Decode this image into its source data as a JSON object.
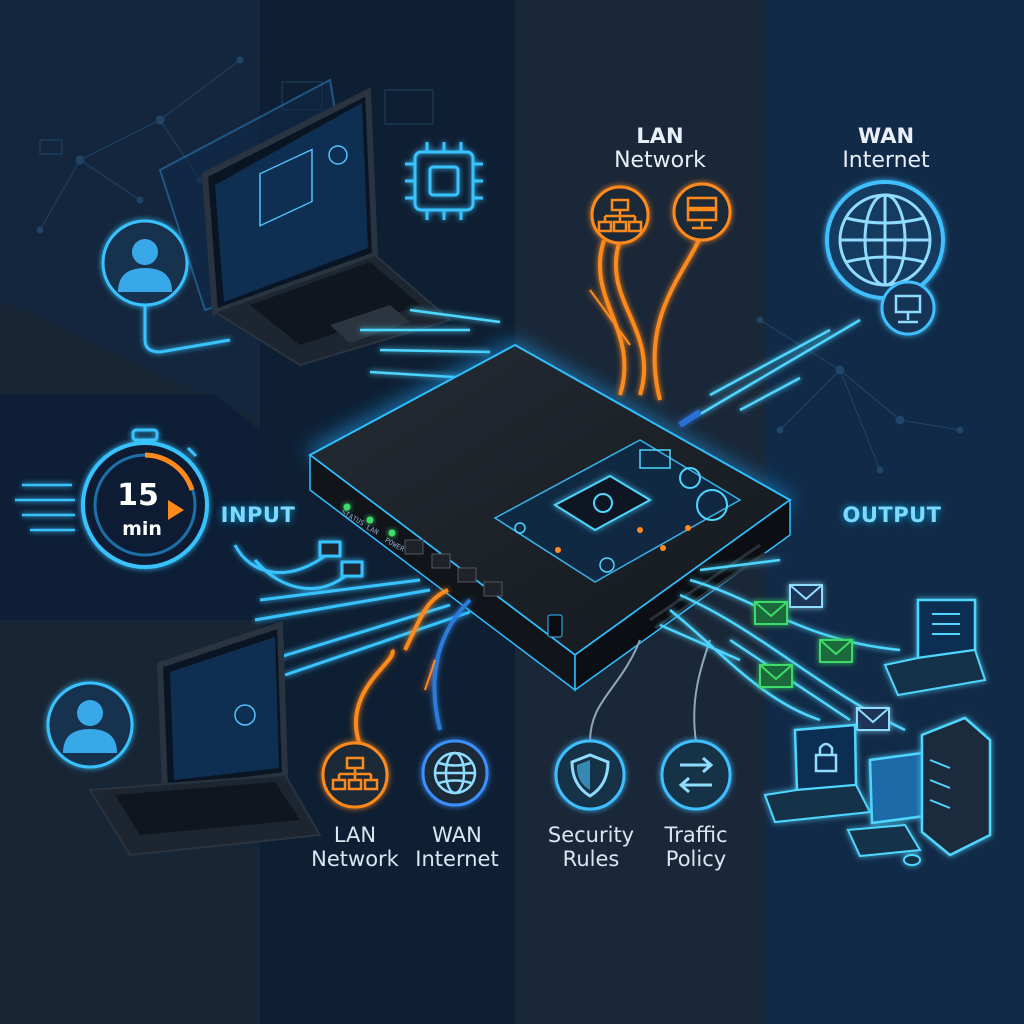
{
  "labels": {
    "lan_top_title": "LAN",
    "lan_top_sub": "Network",
    "wan_top_title": "WAN",
    "wan_top_sub": "Internet",
    "input": "INPUT",
    "output": "OUTPUT",
    "timer_value": "15",
    "timer_unit": "min",
    "lan_bottom_1": "LAN",
    "lan_bottom_2": "Network",
    "wan_bottom_1": "WAN",
    "wan_bottom_2": "Internet",
    "security_1": "Security",
    "security_2": "Rules",
    "traffic_1": "Traffic",
    "traffic_2": "Policy",
    "led_1": "STATUS",
    "led_2": "LAN",
    "led_3": "POWER"
  },
  "colors": {
    "accent_cyan": "#2ec8ff",
    "accent_orange": "#ff8a1f",
    "accent_green": "#3ddc6b",
    "device_body": "#15191f",
    "panel_bg": "#0f2440"
  },
  "icons": {
    "user": "user-icon",
    "chip": "chip-icon",
    "timer": "stopwatch-icon",
    "hierarchy": "network-hierarchy-icon",
    "server": "server-icon",
    "globe": "globe-icon",
    "shield": "shield-icon",
    "arrows": "swap-arrows-icon",
    "mail": "envelope-icon",
    "lock": "lock-icon"
  }
}
